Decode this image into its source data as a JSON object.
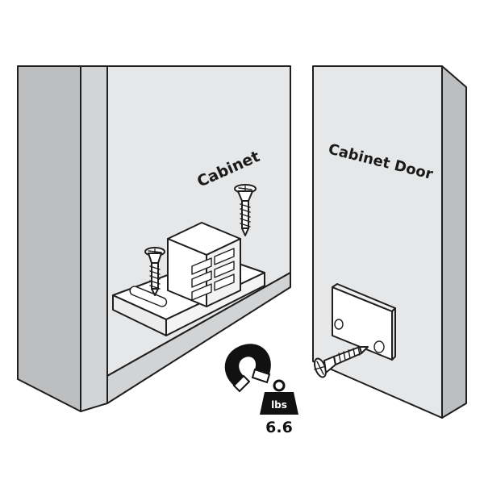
{
  "labels": {
    "cabinet": "Cabinet",
    "cabinet_door": "Cabinet Door"
  },
  "strength": {
    "unit": "lbs",
    "value": "6.6"
  },
  "icons": {
    "magnet": "magnet-icon",
    "weight": "weight-icon",
    "screw": "screw-icon"
  },
  "colors": {
    "panel_front": "#e5e6e7",
    "panel_side": "#bbbcbe",
    "panel_edge": "#d2d3d4",
    "line": "#1e1e1e",
    "part": "#ffffff",
    "icon": "#111111"
  }
}
